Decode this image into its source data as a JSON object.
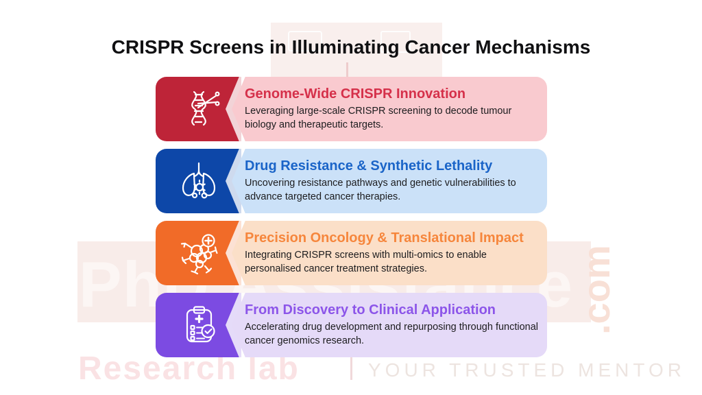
{
  "header": {
    "title": "CRISPR Screens in Illuminating Cancer Mechanisms"
  },
  "cards": [
    {
      "title": "Genome-Wide CRISPR Innovation",
      "description": "Leveraging large-scale CRISPR screening to decode tumour biology and therapeutic targets.",
      "icon": "dna-scissors-icon",
      "colors": {
        "box": "#BE2438",
        "tint": "#F9CACF",
        "title": "#D5304A"
      }
    },
    {
      "title": "Drug Resistance & Synthetic Lethality",
      "description": "Uncovering resistance pathways and genetic vulnerabilities to advance targeted cancer therapies.",
      "icon": "lungs-cancer-icon",
      "colors": {
        "box": "#0D47A8",
        "tint": "#CBE1F8",
        "title": "#1A64C8"
      }
    },
    {
      "title": "Precision Oncology & Translational Impact",
      "description": "Integrating CRISPR screens with multi-omics to enable personalised cancer treatment strategies.",
      "icon": "tumor-cells-icon",
      "colors": {
        "box": "#F16B28",
        "tint": "#FBDFC8",
        "title": "#F6863C"
      }
    },
    {
      "title": "From Discovery to Clinical Application",
      "description": "Accelerating drug development and repurposing through functional cancer genomics research.",
      "icon": "clipboard-checklist-icon",
      "colors": {
        "box": "#7C4BE2",
        "tint": "#E5DAF8",
        "title": "#8C55E9"
      }
    }
  ],
  "watermark": {
    "brand": "PhD Assistance",
    "domain": ".com",
    "lab": "Research lab",
    "divider": "|",
    "tagline": "YOUR TRUSTED MENTOR",
    "colors": {
      "band": "#F8ECE9",
      "brand_text": "#FCF6F4",
      "domain_text": "#F8E0D6",
      "lab_text": "#FAE2E4",
      "divider_bar": "#F0D8DA",
      "tagline_text": "#EDE4E0"
    }
  }
}
